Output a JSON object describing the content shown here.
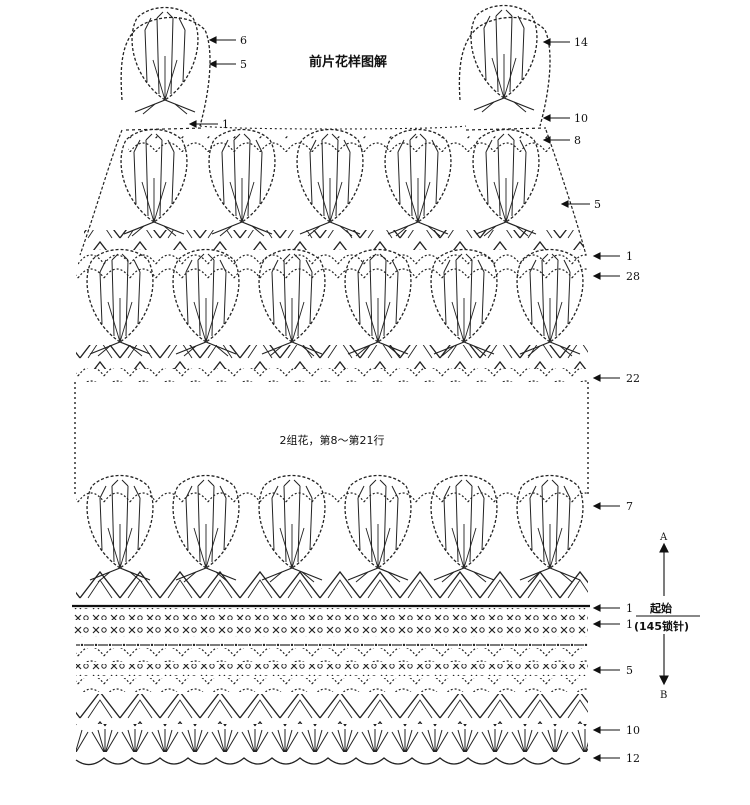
{
  "title": "前片花样图解",
  "middle_note": "2组花，第8～第21行",
  "start_note": "起始",
  "start_count": "(145锁针)",
  "direction": {
    "up": "A",
    "down": "B"
  },
  "row_labels": {
    "left_strap_top": "6",
    "left_strap_mid": "5",
    "left_strap_base": "1",
    "right_strap_top": "14",
    "right_strap_mid": "10",
    "right_strap_base": "8",
    "yoke": "5",
    "yoke_base": "1",
    "upper_top": "28",
    "upper_base": "22",
    "lower_top": "7",
    "start_row": "1",
    "start_chain": "1",
    "border_mid": "5",
    "border_lower": "10",
    "border_bottom": "12"
  }
}
